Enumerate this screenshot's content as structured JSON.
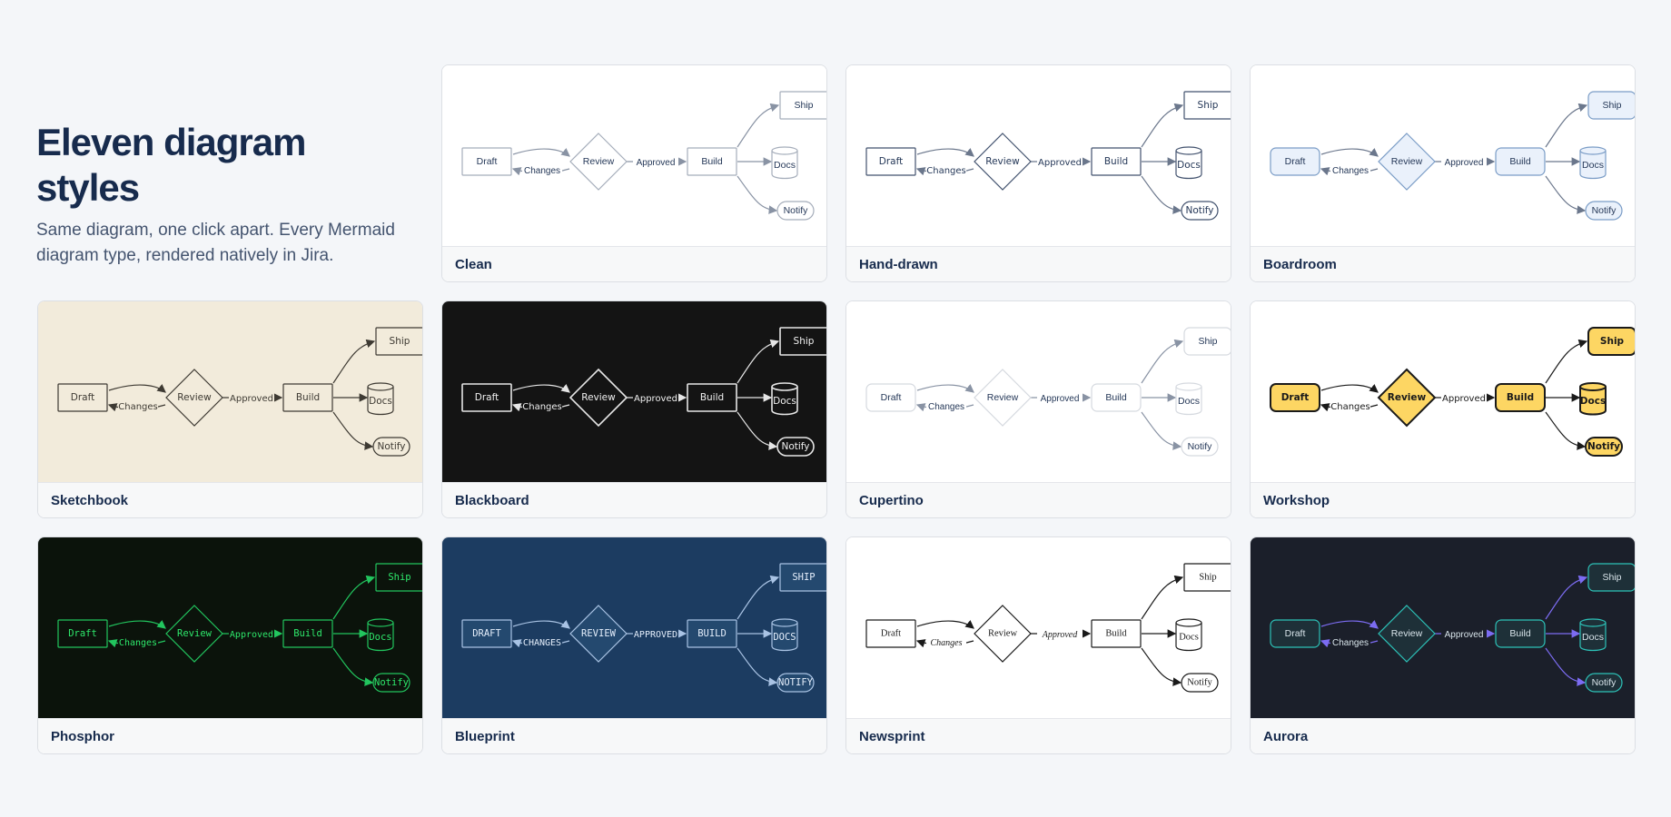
{
  "header": {
    "title": "Eleven diagram styles",
    "subtitle": "Same diagram, one click apart. Every Mermaid diagram type, rendered natively in Jira."
  },
  "diagram": {
    "nodes": {
      "draft": "Draft",
      "review": "Review",
      "build": "Build",
      "ship": "Ship",
      "docs": "Docs",
      "notify": "Notify"
    },
    "edges": {
      "changes": "Changes",
      "approved": "Approved"
    }
  },
  "styles": [
    {
      "name": "Clean",
      "bg": "#ffffff",
      "stroke": "#a5adba",
      "fill": "#ffffff",
      "text": "#253858",
      "edge": "#8993a4",
      "variant": "clean"
    },
    {
      "name": "Hand-drawn",
      "bg": "#ffffff",
      "stroke": "#42526e",
      "fill": "#ffffff",
      "text": "#253858",
      "edge": "#6b778c",
      "variant": "hand"
    },
    {
      "name": "Boardroom",
      "bg": "#ffffff",
      "stroke": "#7a9cc6",
      "fill": "#eaf1fb",
      "text": "#253858",
      "edge": "#6b778c",
      "variant": "board"
    },
    {
      "name": "Sketchbook",
      "bg": "#f2ebdb",
      "stroke": "#3e3a33",
      "fill": "#f2ebdb",
      "text": "#3e3a33",
      "edge": "#3e3a33",
      "variant": "sketch"
    },
    {
      "name": "Blackboard",
      "bg": "#141414",
      "stroke": "#e6e6e6",
      "fill": "#141414",
      "text": "#f0f0f0",
      "edge": "#e6e6e6",
      "variant": "black"
    },
    {
      "name": "Cupertino",
      "bg": "#ffffff",
      "stroke": "#d5d9df",
      "fill": "#ffffff",
      "text": "#253858",
      "edge": "#8993a4",
      "variant": "cupertino"
    },
    {
      "name": "Workshop",
      "bg": "#ffffff",
      "stroke": "#1a1a1a",
      "fill": "#fdd663",
      "text": "#1a1a1a",
      "edge": "#1a1a1a",
      "variant": "workshop"
    },
    {
      "name": "Phosphor",
      "bg": "#0b130b",
      "stroke": "#22c55e",
      "fill": "#0b130b",
      "text": "#2ee86b",
      "edge": "#22c55e",
      "variant": "phosphor"
    },
    {
      "name": "Blueprint",
      "bg": "#1c3c61",
      "stroke": "#a9c3e4",
      "fill": "#24496f",
      "text": "#e4eefb",
      "edge": "#a9c3e4",
      "variant": "blueprint"
    },
    {
      "name": "Newsprint",
      "bg": "#ffffff",
      "stroke": "#1a1a1a",
      "fill": "#ffffff",
      "text": "#1a1a1a",
      "edge": "#1a1a1a",
      "variant": "news"
    },
    {
      "name": "Aurora",
      "bg": "#1b1f2a",
      "stroke": "#2dc2b8",
      "fill": "#1e3038",
      "text": "#d8e4ea",
      "edge": "#7c6cf2",
      "variant": "aurora"
    }
  ]
}
